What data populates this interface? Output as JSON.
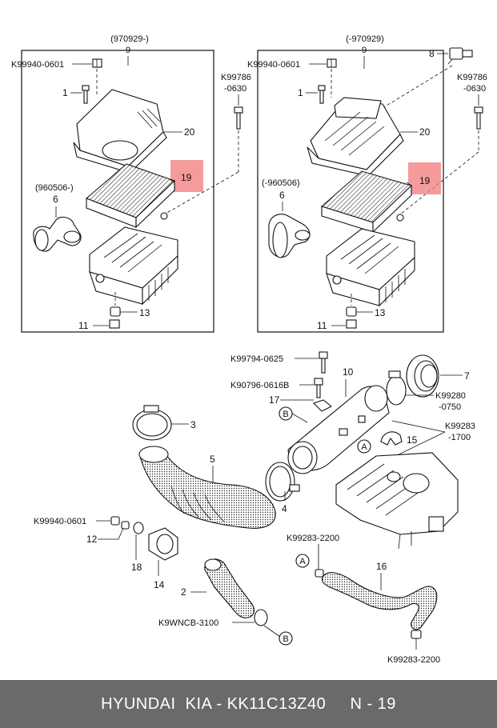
{
  "left_panel": {
    "header_date": "(970929-)",
    "header_num": "9",
    "bolt_code": "K99940-0601",
    "screw_code": "K99786",
    "screw_code_2": "-0630",
    "duct_date": "(960506-)",
    "callouts": {
      "p1": "1",
      "p20": "20",
      "p19": "19",
      "p6": "6",
      "p13": "13",
      "p11": "11"
    }
  },
  "right_panel": {
    "header_date": "(-970929)",
    "header_num": "9",
    "bolt_code": "K99940-0601",
    "screw_code": "K99786",
    "screw_code_2": "-0630",
    "duct_date": "(-960506)",
    "callouts": {
      "p8": "8",
      "p1": "1",
      "p20": "20",
      "p19": "19",
      "p6": "6",
      "p13": "13",
      "p11": "11"
    }
  },
  "lower": {
    "codes": {
      "k99794": "K99794-0625",
      "k90796": "K90796-0616B",
      "k99280": "K99280",
      "k99280b": "-0750",
      "k99283a": "K99283",
      "k99283b": "-1700",
      "k99940": "K99940-0601",
      "k99283c": "K99283-2200",
      "k9wncb": "K9WNCB-3100",
      "k99283d": "K99283-2200"
    },
    "callouts": {
      "p10": "10",
      "p7": "7",
      "p17": "17",
      "p3": "3",
      "p5": "5",
      "p15": "15",
      "p4": "4",
      "p12": "12",
      "p18": "18",
      "p14": "14",
      "p16": "16",
      "p2": "2"
    },
    "markers": {
      "b1": "B",
      "a1": "A",
      "a2": "A",
      "b2": "B"
    }
  },
  "footer": {
    "text": "HYUNDAI  KIA - KK11C13Z40     N - 19"
  },
  "colors": {
    "highlight": "#f27a7a",
    "footer_bg": "#6a6a6a"
  }
}
